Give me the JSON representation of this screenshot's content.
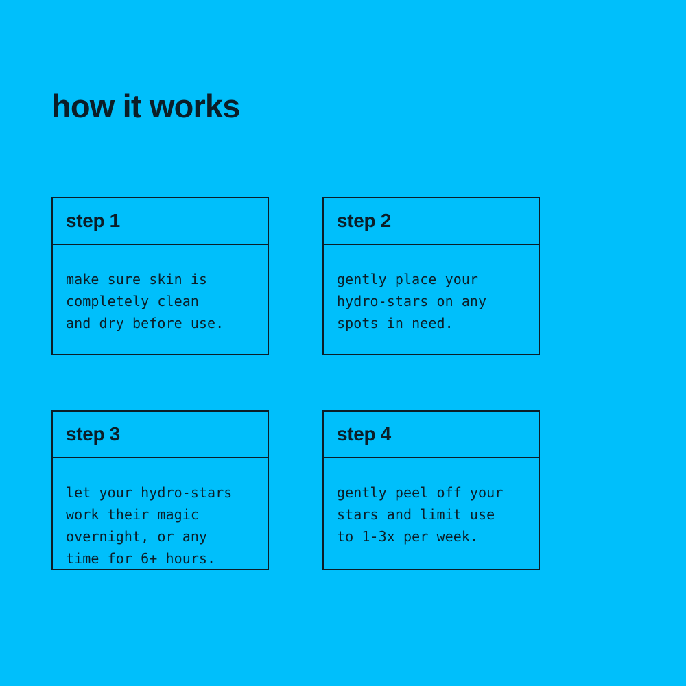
{
  "theme": {
    "background_color": "#00bffb",
    "ink_color": "#0b1e28"
  },
  "heading": {
    "title": "how it works"
  },
  "steps": [
    {
      "header": "step 1",
      "body": "make sure skin is\ncompletely clean\nand dry before use."
    },
    {
      "header": "step 2",
      "body": "gently place your\nhydro-stars on any\nspots in need."
    },
    {
      "header": "step 3",
      "body": "let your hydro-stars\nwork their magic\novernight, or any\ntime for 6+ hours."
    },
    {
      "header": "step 4",
      "body": "gently peel off your\nstars and limit use\nto 1-3x per week."
    }
  ]
}
